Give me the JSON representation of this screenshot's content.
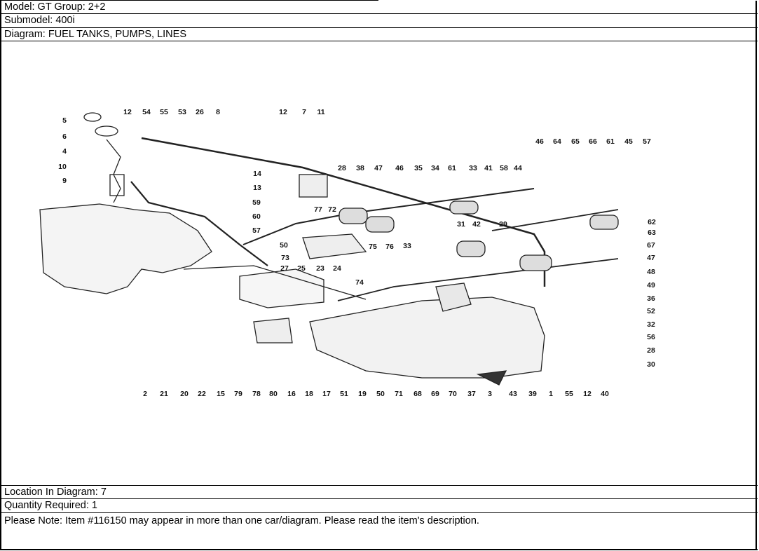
{
  "header": {
    "model": "Model: GT Group: 2+2",
    "submodel": "Submodel: 400i",
    "diagram": "Diagram: FUEL TANKS, PUMPS, LINES"
  },
  "diagram": {
    "callouts": [
      "5",
      "6",
      "4",
      "10",
      "9",
      "12",
      "54",
      "55",
      "53",
      "26",
      "8",
      "12",
      "7",
      "11",
      "14",
      "13",
      "59",
      "60",
      "57",
      "50",
      "73",
      "27",
      "25",
      "23",
      "24",
      "74",
      "75",
      "76",
      "77",
      "72",
      "28",
      "38",
      "47",
      "46",
      "35",
      "34",
      "61",
      "33",
      "41",
      "58",
      "44",
      "33",
      "31",
      "42",
      "29",
      "46",
      "64",
      "65",
      "66",
      "61",
      "45",
      "57",
      "62",
      "63",
      "67",
      "47",
      "48",
      "49",
      "36",
      "52",
      "32",
      "56",
      "28",
      "30",
      "2",
      "21",
      "20",
      "22",
      "15",
      "79",
      "78",
      "80",
      "16",
      "18",
      "17",
      "51",
      "19",
      "50",
      "71",
      "68",
      "69",
      "70",
      "37",
      "3",
      "43",
      "39",
      "1",
      "55",
      "12",
      "40"
    ]
  },
  "footer": {
    "location": "Location In Diagram: 7",
    "quantity": "Quantity Required: 1",
    "note": "Please Note: Item #116150 may appear in more than one car/diagram. Please read the item's description."
  }
}
